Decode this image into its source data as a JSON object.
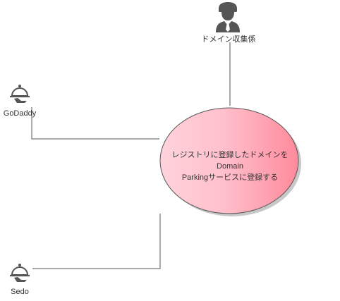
{
  "actors": {
    "collector": {
      "label": "ドメイン収集係",
      "icon": "person-icon"
    },
    "godaddy": {
      "label": "GoDaddy",
      "icon": "service-bell-icon"
    },
    "sedo": {
      "label": "Sedo",
      "icon": "service-bell-icon"
    }
  },
  "usecase": {
    "line1": "レジストリに登録したドメインをDomain",
    "line2": "Parkingサービスに登録する"
  },
  "colors": {
    "usecase_fill_start": "#ffd0db",
    "usecase_fill_end": "#ff8f9f",
    "line": "#555555",
    "actor_icon": "#555555"
  }
}
